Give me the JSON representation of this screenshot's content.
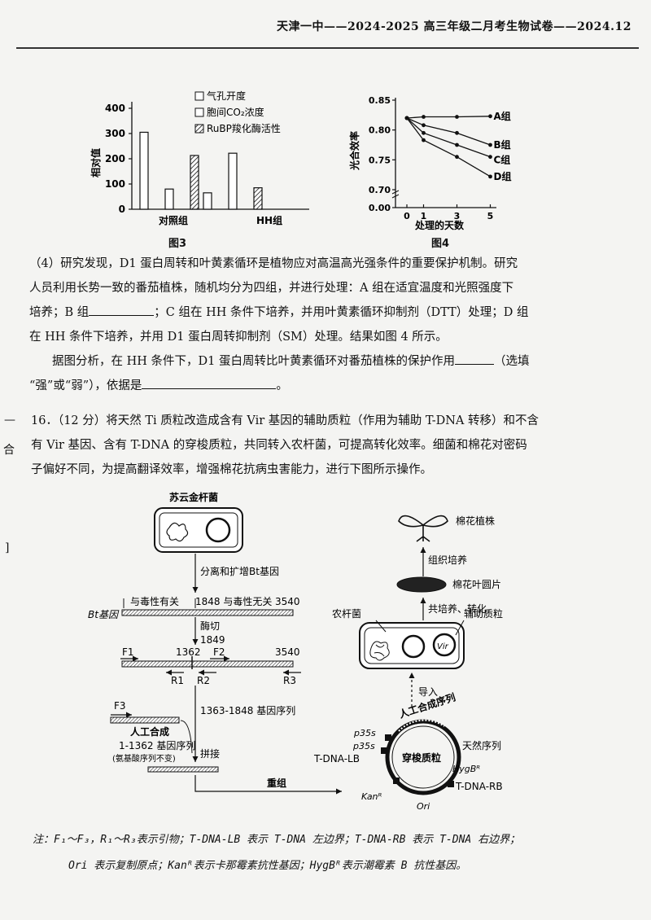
{
  "header": {
    "title": "天津一中——2024-2025 高三年级二月考生物试卷——2024.12"
  },
  "fig3": {
    "caption": "图3",
    "legend": [
      "气孔开度",
      "胞间CO₂浓度",
      "RuBP羧化酶活性"
    ],
    "ylabel": "相对值",
    "yticks": [
      "0",
      "100",
      "200",
      "300",
      "400"
    ],
    "xcats": [
      "对照组",
      "HH组"
    ]
  },
  "fig4": {
    "caption": "图4",
    "ylabel": "光合效率",
    "xlabel": "处理的天数",
    "yticks": [
      "0.00",
      "0.70",
      "0.75",
      "0.80",
      "0.85"
    ],
    "xticks": [
      "0",
      "1",
      "3",
      "5"
    ],
    "series_labels": [
      "A组",
      "B组",
      "C组",
      "D组"
    ]
  },
  "chart_data": [
    {
      "type": "bar",
      "title": "",
      "ylabel": "相对值",
      "categories": [
        "对照组",
        "HH组"
      ],
      "ylim": [
        0,
        400
      ],
      "series": [
        {
          "name": "气孔开度",
          "values": [
            305,
            65
          ],
          "color": "#ffffff"
        },
        {
          "name": "胞间CO₂浓度",
          "values": [
            80,
            222
          ],
          "color": "#ffffff"
        },
        {
          "name": "RuBP羧化酶活性",
          "values": [
            213,
            85
          ],
          "color": "hatch"
        }
      ]
    },
    {
      "type": "line",
      "ylabel": "光合效率",
      "xlabel": "处理的天数",
      "x": [
        0,
        1,
        3,
        5
      ],
      "ylim": [
        0.7,
        0.85
      ],
      "series": [
        {
          "name": "A组",
          "values": [
            0.82,
            0.822,
            0.822,
            0.823
          ]
        },
        {
          "name": "B组",
          "values": [
            0.82,
            0.808,
            0.795,
            0.775
          ]
        },
        {
          "name": "C组",
          "values": [
            0.82,
            0.795,
            0.775,
            0.755
          ]
        },
        {
          "name": "D组",
          "values": [
            0.82,
            0.783,
            0.755,
            0.722
          ]
        }
      ]
    }
  ],
  "q4": {
    "line1": "（4）研究发现，D1 蛋白周转和叶黄素循环是植物应对高温高光强条件的重要保护机制。研究",
    "line2": "人员利用长势一致的番茄植株，随机均分为四组，并进行处理：A 组在适宜温度和光照强度下",
    "line3a": "培养；B 组",
    "line3b": "；C 组在 HH 条件下培养，并用叶黄素循环抑制剂（DTT）处理；D 组",
    "line4": "在 HH 条件下培养，并用 D1 蛋白周转抑制剂（SM）处理。结果如图 4 所示。",
    "line5a": "据图分析，在 HH 条件下，D1 蛋白周转比叶黄素循环对番茄植株的保护作用",
    "line5b": "（选填",
    "line6a": "“强”或“弱”），依据是",
    "line6b": "。"
  },
  "q16": {
    "line1": "16．（12 分）将天然 Ti 质粒改造成含有 Vir 基因的辅助质粒（作用为辅助 T-DNA 转移）和不含",
    "line2": "有 Vir 基因、含有 T-DNA 的穿梭质粒，共同转入农杆菌，可提高转化效率。细菌和棉花对密码",
    "line3": "子偏好不同，为提高翻译效率，增强棉花抗病虫害能力，进行下图所示操作。"
  },
  "margin": {
    "mark1": "—",
    "mark2": "合",
    "mark3": "]"
  },
  "diagram": {
    "bacterium": "苏云金杆菌",
    "step_isolate": "分离和扩增Bt基因",
    "virulence": "与毒性有关",
    "nonvirulence": "1848 与毒性无关",
    "end_3540": "3540",
    "bt_gene": "Bt基因",
    "enzyme_cut": "酶切",
    "n1849": "1849",
    "n1362": "1362",
    "n3540b": "3540",
    "F1": "F1",
    "F2": "F2",
    "R1": "R1",
    "R2": "R2",
    "R3": "R3",
    "F3": "F3",
    "seq_1363": "1363-1848 基因序列",
    "artificial": "人工合成",
    "seq_1": "1-1362 基因序列",
    "aa_same": "(氨基酸序列不变)",
    "splice": "拼接",
    "recombine": "重组",
    "cotton_plant": "棉花植株",
    "tissue_culture": "组织培养",
    "leaf_disc": "棉花叶圆片",
    "coculture": "共培养、转化",
    "agro": "农杆菌",
    "helper": "辅助质粒",
    "vir": "Vir",
    "import": "导入",
    "artificial_seq": "人工合成序列",
    "p35s_1": "p35s",
    "p35s_2": "p35s",
    "tdna_lb": "T-DNA-LB",
    "shuttle": "穿梭质粒",
    "natural_seq": "天然序列",
    "hyg": "HygBᴿ",
    "tdna_rb": "T-DNA-RB",
    "kan": "Kanᴿ",
    "ori": "Ori"
  },
  "note": {
    "line1": "注：F₁～F₃，R₁～R₃表示引物；T-DNA-LB 表示 T-DNA 左边界；T-DNA-RB 表示 T-DNA 右边界；",
    "line2": "Ori 表示复制原点；Kanᴿ表示卡那霉素抗性基因；HygBᴿ表示潮霉素 B 抗性基因。"
  }
}
